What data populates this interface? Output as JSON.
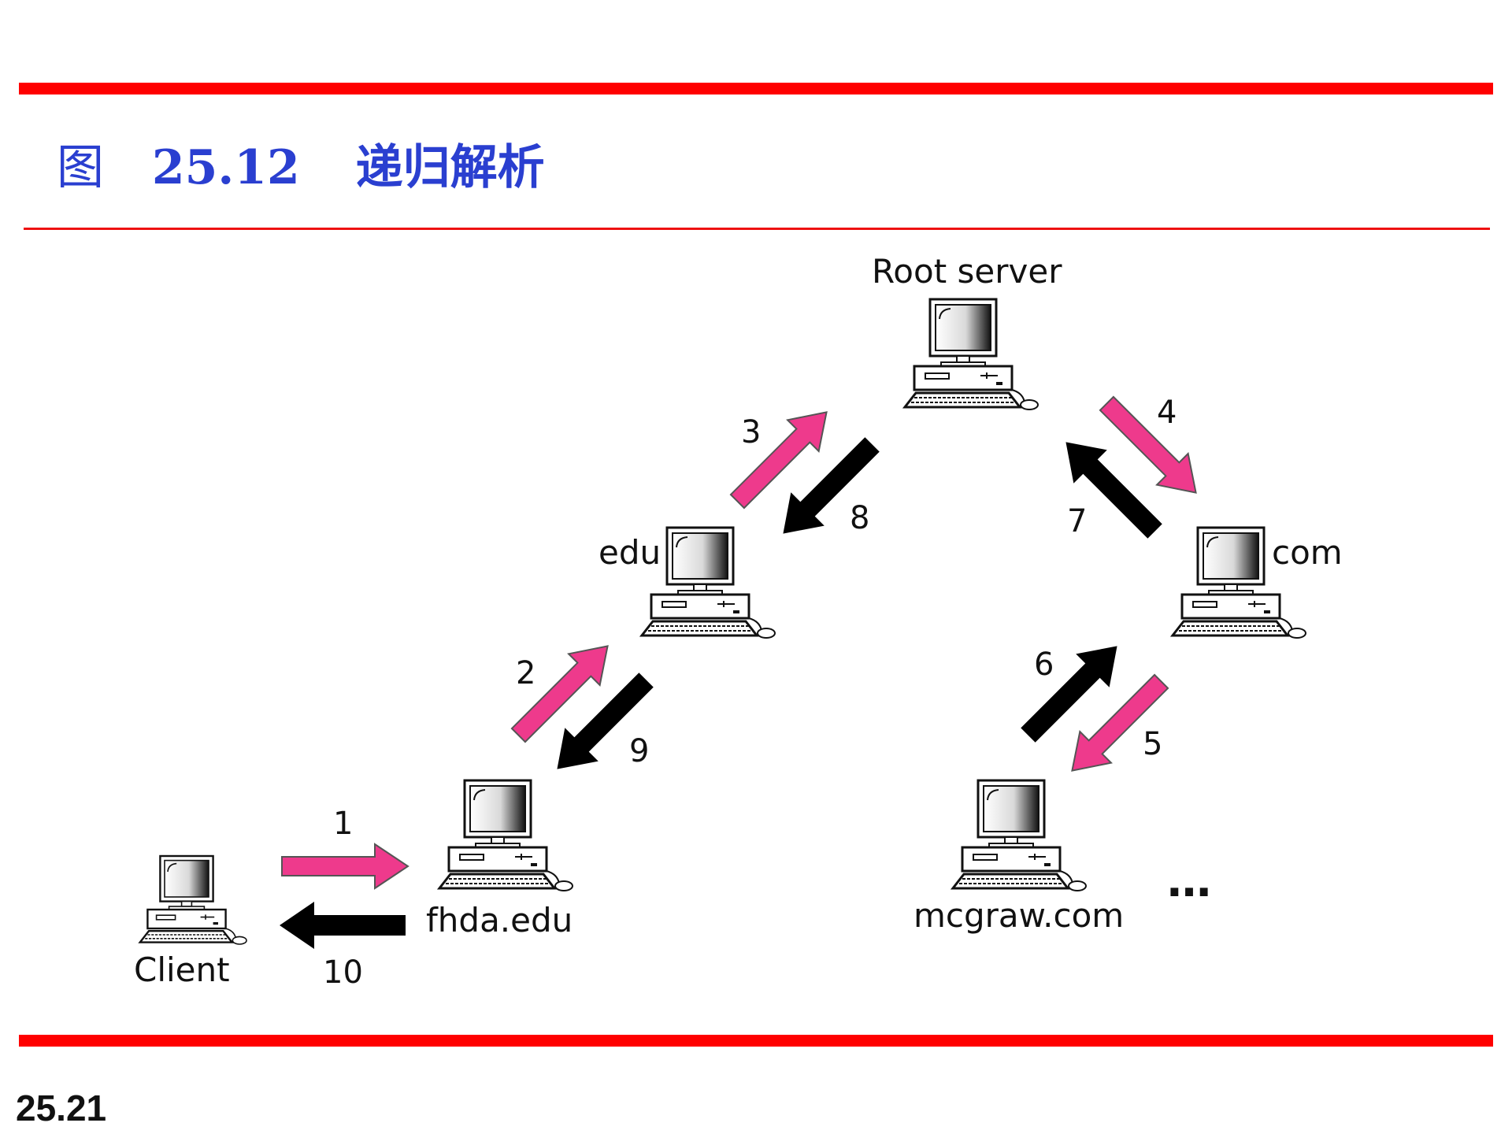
{
  "slide": {
    "figure_label": "图",
    "figure_number": "25.12",
    "figure_title": "递归解析",
    "page_number": "25.21"
  },
  "colors": {
    "rule": "#ff0000",
    "title": "#2a3fd0",
    "request_arrow": "#ee3a8c",
    "response_arrow": "#000000"
  },
  "nodes": {
    "root": {
      "label": "Root server"
    },
    "edu": {
      "label": "edu"
    },
    "com": {
      "label": "com"
    },
    "fhda": {
      "label": "fhda.edu"
    },
    "mcgraw": {
      "label": "mcgraw.com"
    },
    "client": {
      "label": "Client"
    }
  },
  "ellipsis": "…",
  "steps": [
    {
      "number": "1",
      "kind": "request"
    },
    {
      "number": "2",
      "kind": "request"
    },
    {
      "number": "3",
      "kind": "request"
    },
    {
      "number": "4",
      "kind": "request"
    },
    {
      "number": "5",
      "kind": "request"
    },
    {
      "number": "6",
      "kind": "response"
    },
    {
      "number": "7",
      "kind": "response"
    },
    {
      "number": "8",
      "kind": "response"
    },
    {
      "number": "9",
      "kind": "response"
    },
    {
      "number": "10",
      "kind": "response"
    }
  ]
}
